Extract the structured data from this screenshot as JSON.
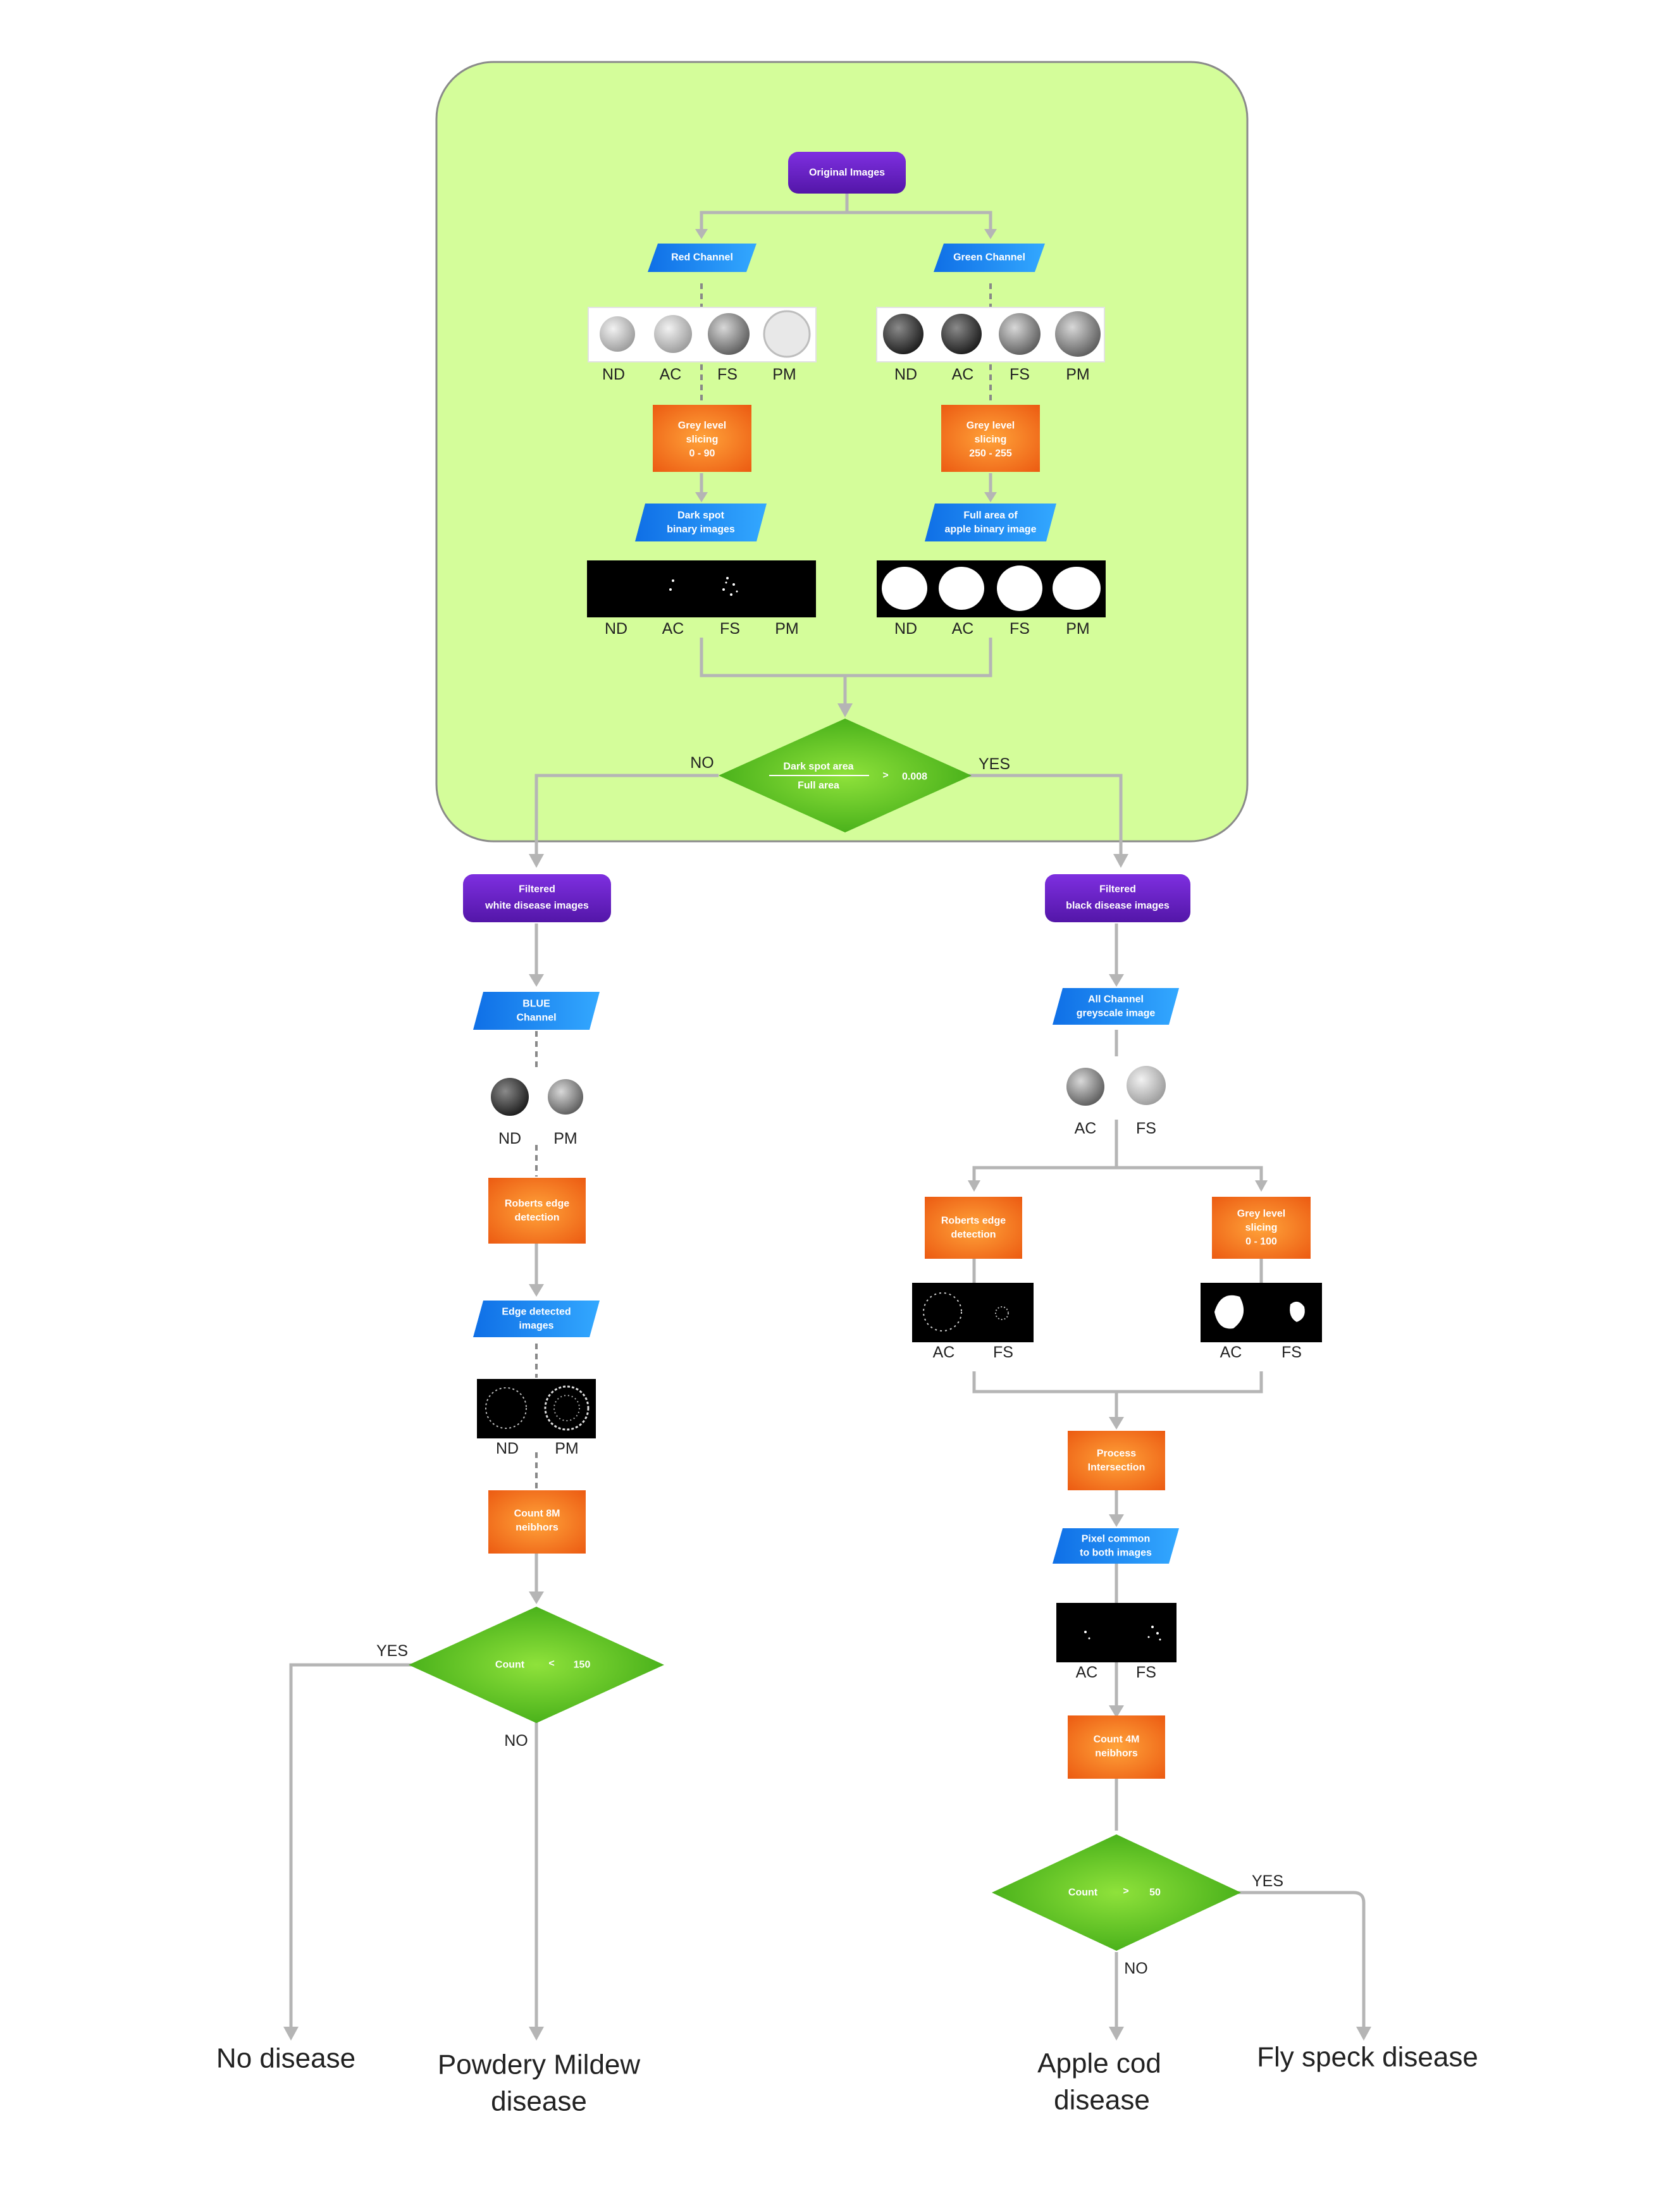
{
  "nodes": {
    "original": "Original Images",
    "red_channel": "Red Channel",
    "green_channel": "Green Channel",
    "grey_red": [
      "Grey level",
      "slicing",
      "0 - 90"
    ],
    "grey_green": [
      "Grey level",
      "slicing",
      "250 - 255"
    ],
    "dark_spot": [
      "Dark spot",
      "binary images"
    ],
    "full_area": [
      "Full area of",
      "apple binary image"
    ],
    "decision1": {
      "numerator": "Dark spot area",
      "denominator": "Full area",
      "op": ">",
      "value": "0.008",
      "no": "NO",
      "yes": "YES"
    },
    "filtered_white": [
      "Filtered",
      "white disease images"
    ],
    "filtered_black": [
      "Filtered",
      "black disease images"
    ],
    "blue_channel": [
      "BLUE",
      "Channel"
    ],
    "all_channel": [
      "All Channel",
      "greyscale image"
    ],
    "roberts_left": [
      "Roberts edge",
      "detection"
    ],
    "edge_detected": [
      "Edge detected",
      "images"
    ],
    "count8m": [
      "Count 8M",
      "neibhors"
    ],
    "decision2": {
      "label": "Count",
      "op": "<",
      "value": "150",
      "yes": "YES",
      "no": "NO"
    },
    "roberts_right": [
      "Roberts edge",
      "detection"
    ],
    "grey_right": [
      "Grey level",
      "slicing",
      "0 - 100"
    ],
    "process": [
      "Process",
      "Intersection"
    ],
    "pixel_common": [
      "Pixel common",
      "to both images"
    ],
    "count4m": [
      "Count 4M",
      "neibhors"
    ],
    "decision3": {
      "label": "Count",
      "op": ">",
      "value": "50",
      "yes": "YES",
      "no": "NO"
    }
  },
  "image_labels": {
    "nd": "ND",
    "ac": "AC",
    "fs": "FS",
    "pm": "PM"
  },
  "outcomes": {
    "no_disease": "No disease",
    "powdery": [
      "Powdery Mildew",
      "disease"
    ],
    "apple_cod": [
      "Apple cod",
      "disease"
    ],
    "fly_speck": "Fly speck disease"
  },
  "colors": {
    "panel": "#d4fd9a",
    "purple": "#6a1fc7",
    "blue": "#1a8dff",
    "orange": "#f57c18",
    "green": "#5bc21f",
    "arrow": "#b5b5b5"
  }
}
